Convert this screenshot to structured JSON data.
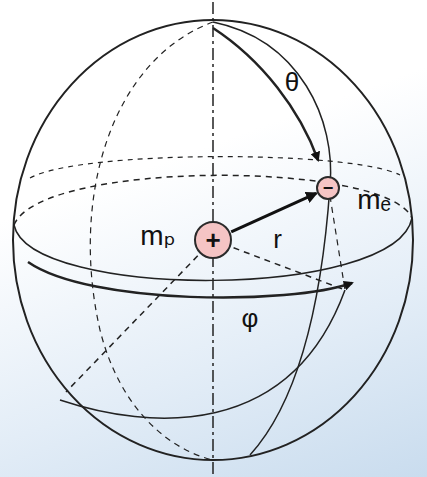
{
  "diagram": {
    "nodes": [
      {
        "text": [
          "+"
        ]
      },
      {
        "text": [
          "−"
        ]
      }
    ],
    "edges": [
      {
        "from": 0,
        "to": 1,
        "arrow": "to",
        "label": "r"
      }
    ],
    "labels": [
      "θ",
      "mₚ",
      "mₑ",
      "φ"
    ]
  }
}
